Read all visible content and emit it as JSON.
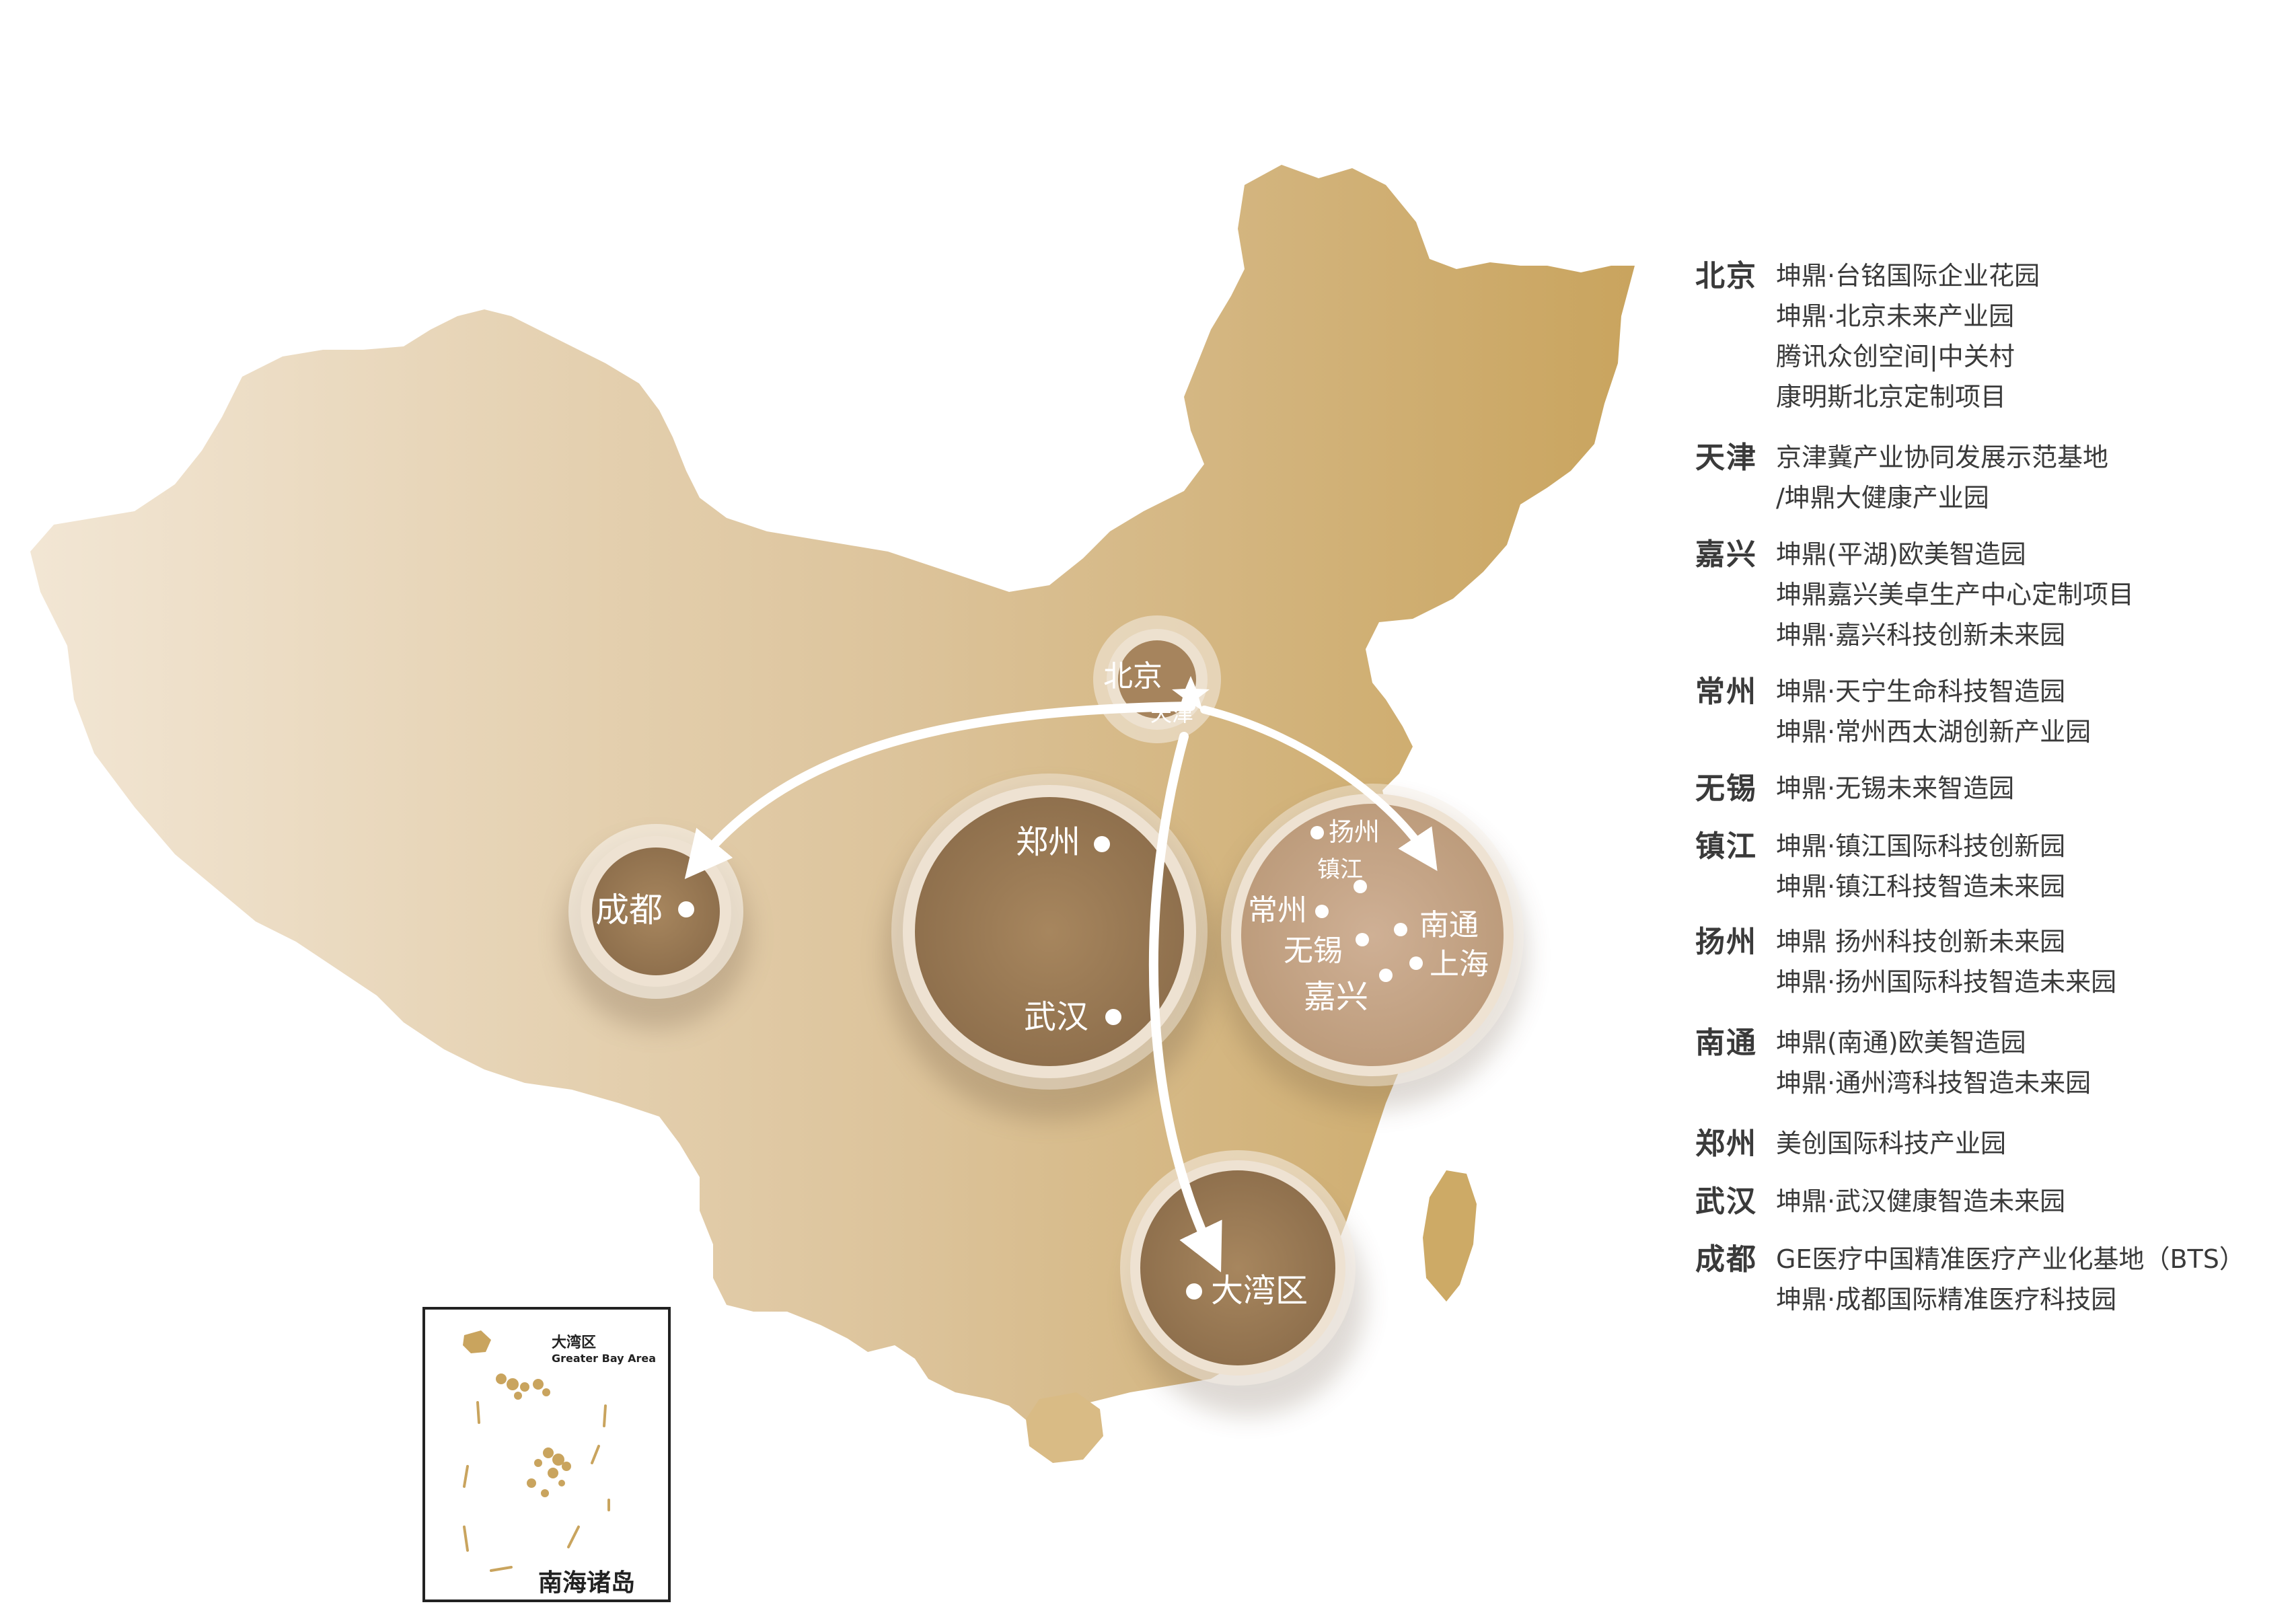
{
  "colors": {
    "map_light": "#efe3cf",
    "map_dark": "#cba864",
    "circle_dark": "#9a7a54",
    "circle_light": "#c6a587",
    "ring": "#f3ece2",
    "arrow": "#ffffff",
    "text": "#3a3a3a"
  },
  "map_labels": {
    "beijing": "北京",
    "tianjin": "天津",
    "chengdu": "成都",
    "zhengzhou": "郑州",
    "wuhan": "武汉",
    "yangzhou": "扬州",
    "zhenjiang": "镇江",
    "changzhou": "常州",
    "nantong": "南通",
    "wuxi": "无锡",
    "shanghai": "上海",
    "jiaxing": "嘉兴",
    "bay_area": "大湾区"
  },
  "inset": {
    "title_cn": "大湾区",
    "title_en": "Greater Bay Area",
    "caption": "南海诸岛"
  },
  "legend": [
    {
      "city": "北京",
      "items": [
        "坤鼎·台铭国际企业花园",
        "坤鼎·北京未来产业园",
        "腾讯众创空间|中关村",
        "康明斯北京定制项目"
      ]
    },
    {
      "city": "天津",
      "items": [
        "京津冀产业协同发展示范基地",
        "/坤鼎大健康产业园"
      ]
    },
    {
      "city": "嘉兴",
      "items": [
        "坤鼎(平湖)欧美智造园",
        "坤鼎嘉兴美卓生产中心定制项目",
        "坤鼎·嘉兴科技创新未来园"
      ]
    },
    {
      "city": "常州",
      "items": [
        "坤鼎·天宁生命科技智造园",
        "坤鼎·常州西太湖创新产业园"
      ]
    },
    {
      "city": "无锡",
      "items": [
        "坤鼎·无锡未来智造园"
      ]
    },
    {
      "city": "镇江",
      "items": [
        "坤鼎·镇江国际科技创新园",
        "坤鼎·镇江科技智造未来园"
      ]
    },
    {
      "city": "扬州",
      "items": [
        "坤鼎 扬州科技创新未来园",
        "坤鼎·扬州国际科技智造未来园"
      ]
    },
    {
      "city": "南通",
      "items": [
        "坤鼎(南通)欧美智造园",
        "坤鼎·通州湾科技智造未来园"
      ]
    },
    {
      "city": "郑州",
      "items": [
        "美创国际科技产业园"
      ]
    },
    {
      "city": "武汉",
      "items": [
        "坤鼎·武汉健康智造未来园"
      ]
    },
    {
      "city": "成都",
      "items": [
        "GE医疗中国精准医疗产业化基地（BTS）",
        "坤鼎·成都国际精准医疗科技园"
      ]
    }
  ]
}
